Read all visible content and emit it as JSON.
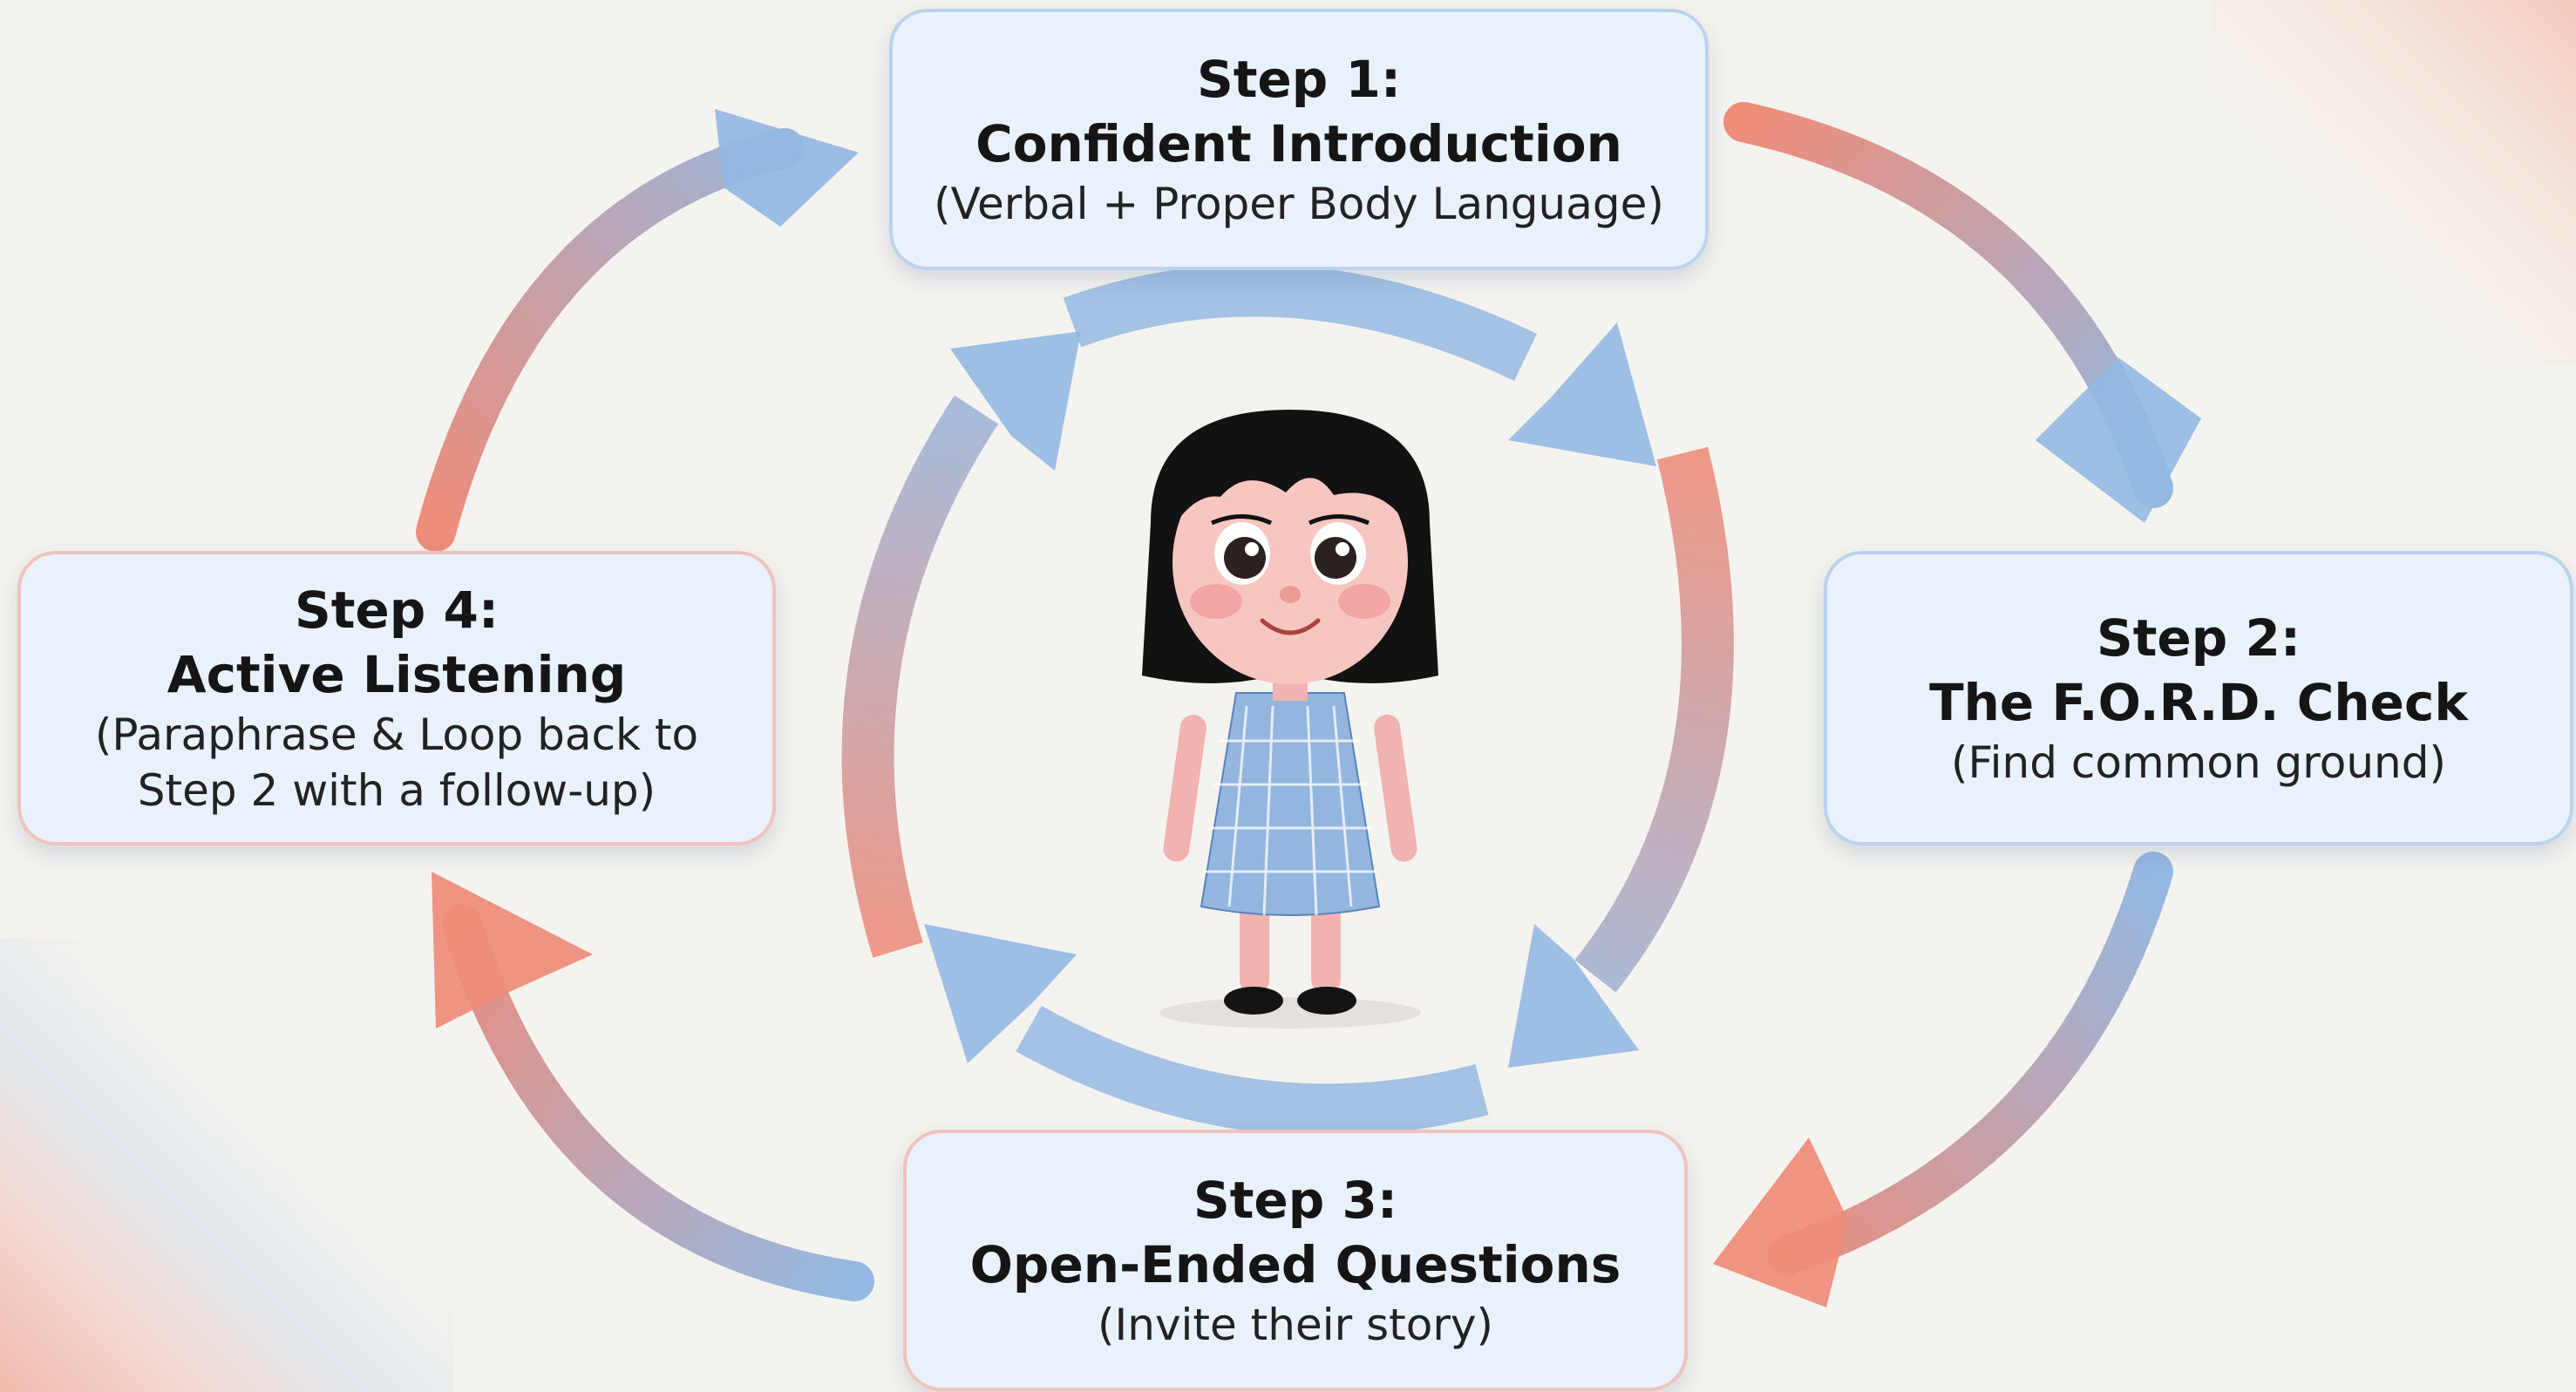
{
  "steps": [
    {
      "label": "Step 1:",
      "title": "Confident Introduction",
      "subtitle_lines": [
        "(Verbal + Proper Body Language)"
      ]
    },
    {
      "label": "Step 2:",
      "title": "The F.O.R.D. Check",
      "subtitle_lines": [
        "(Find common ground)"
      ]
    },
    {
      "label": "Step 3:",
      "title": "Open-Ended Questions",
      "subtitle_lines": [
        "(Invite their story)"
      ]
    },
    {
      "label": "Step 4:",
      "title": "Active Listening",
      "subtitle_lines": [
        "(Paraphrase & Loop back to",
        "Step 2 with a follow-up)"
      ]
    }
  ],
  "colors": {
    "background": "#f5f3ef",
    "box_fill": "#e9f1fb",
    "arrow_blue": "#94b9e2",
    "arrow_coral": "#ee8c7a",
    "text": "#151515"
  },
  "illustration": "girl-character"
}
